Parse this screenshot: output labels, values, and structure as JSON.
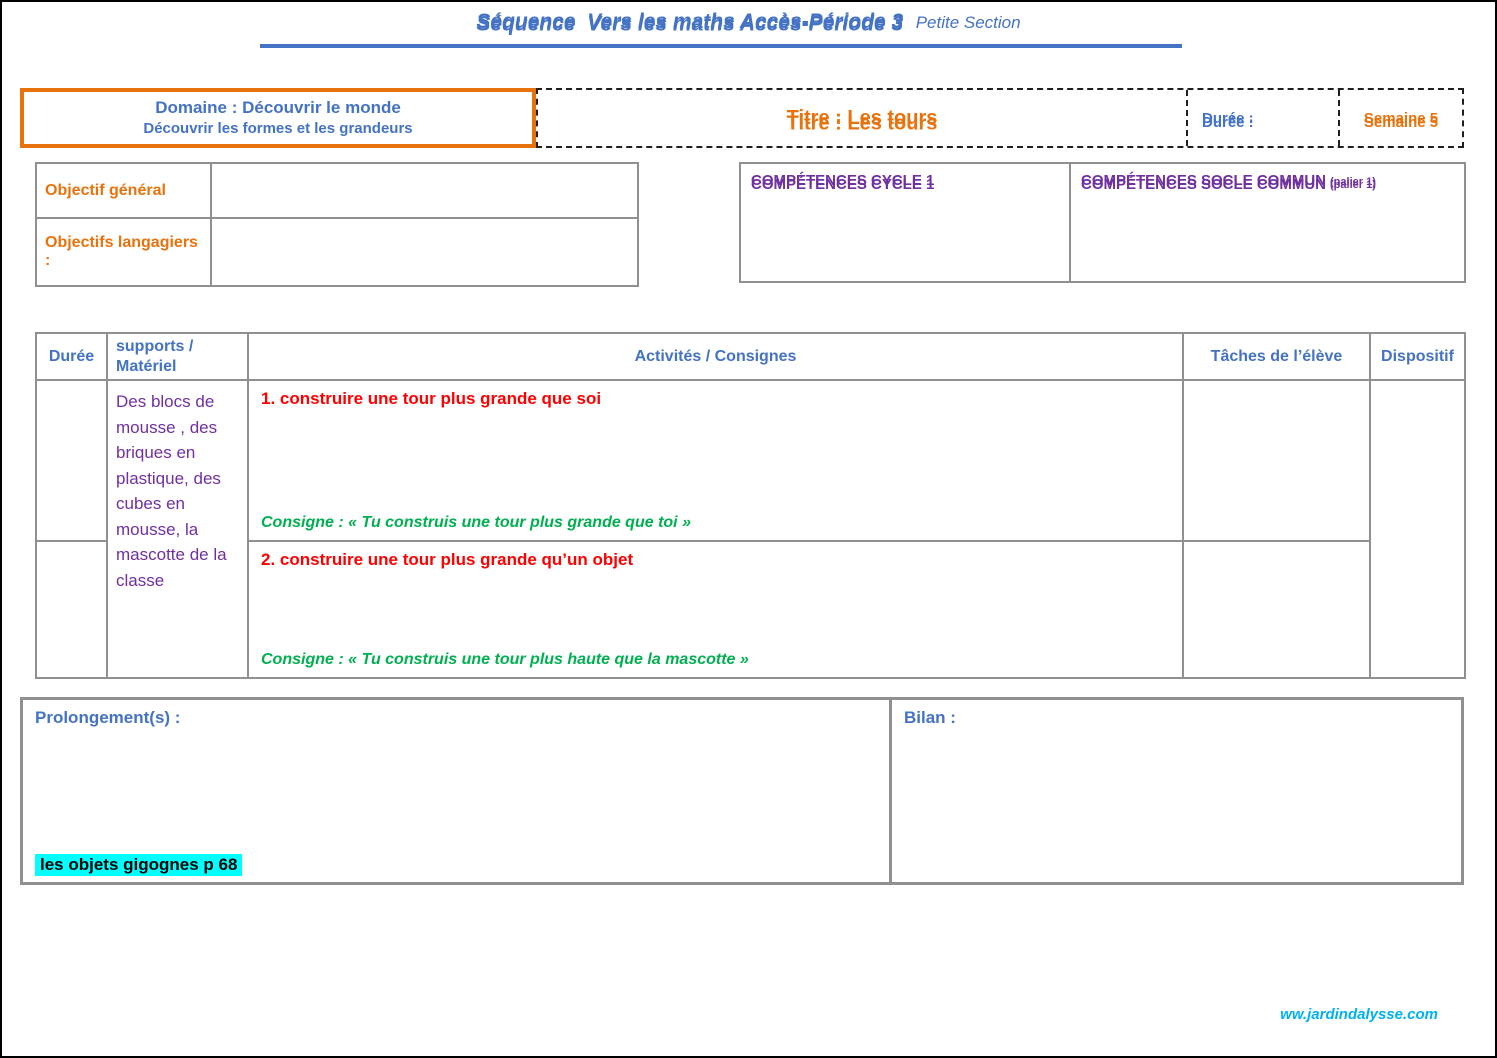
{
  "colors": {
    "blue": "#4472C4",
    "orange": "#E8720C",
    "purple": "#7030A0",
    "red": "#FF0000",
    "green": "#00B050",
    "cyan": "#00FFFF",
    "link": "#00B0F0",
    "grid": "#909090"
  },
  "page": {
    "title": "Séquence  Vers les maths Accès-Période 3",
    "title_suffix": "Petite Section",
    "website": "ww.jardindalysse.com"
  },
  "header": {
    "domaine_line1": "Domaine : Découvrir le monde",
    "domaine_line2": "Découvrir les formes et les grandeurs",
    "titre": "Titre : Les tours",
    "duree_label": "Durée :",
    "semaine": "Semaine 5"
  },
  "objectifs": {
    "general_label": "Objectif général",
    "langagiers_label": "Objectifs langagiers :"
  },
  "competences": {
    "cycle1": "COMPÉTENCES CYCLE 1",
    "socle": "COMPÉTENCES SOCLE COMMUN",
    "socle_suffix": "(palier 1)"
  },
  "table": {
    "headers": {
      "duree": "Durée",
      "supports": "supports / Matériel",
      "activites": "Activités / Consignes",
      "taches": "Tâches de l’élève",
      "dispositif": "Dispositif"
    },
    "supports_text": "Des blocs de mousse , des briques en plastique, des cubes en mousse, la mascotte de la classe",
    "rows": [
      {
        "activite": "1. construire une tour plus grande que soi",
        "consigne": "Consigne : « Tu construis une tour plus grande que toi »"
      },
      {
        "activite": "2. construire une tour plus grande qu’un objet",
        "consigne": "Consigne : « Tu construis une tour plus haute que la mascotte »"
      }
    ]
  },
  "footer": {
    "prolongement_label": "Prolongement(s) :",
    "prolongement_highlight": "les objets gigognes p 68",
    "bilan_label": "Bilan :"
  }
}
